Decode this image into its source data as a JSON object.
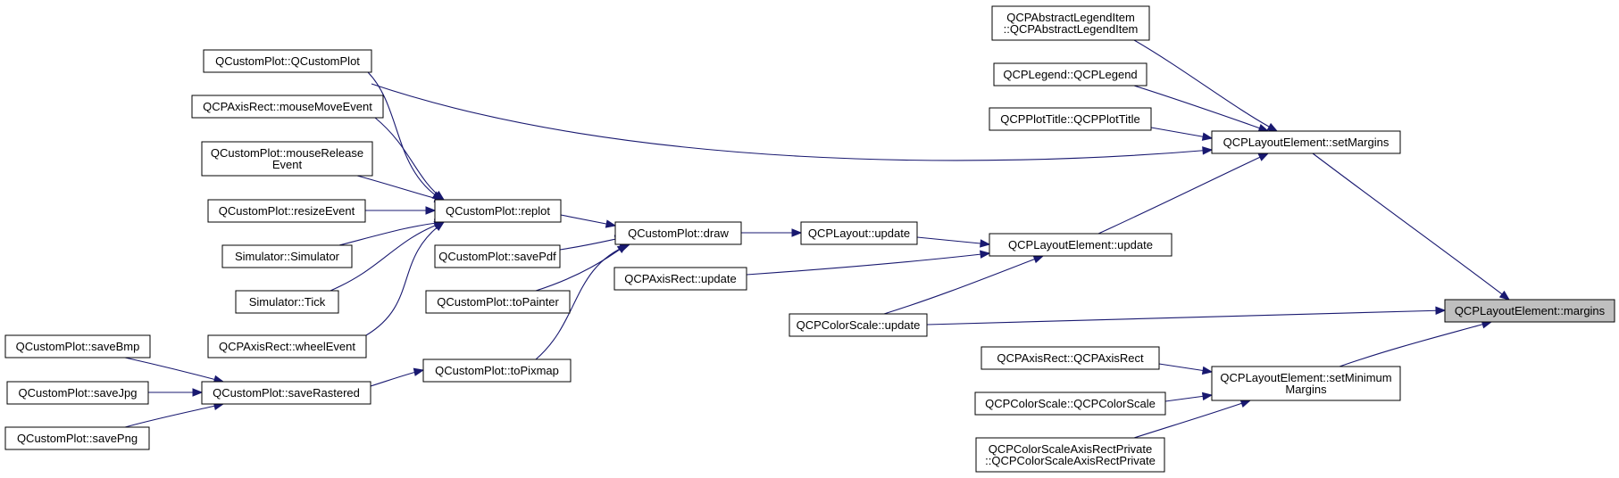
{
  "graph": {
    "title": "",
    "colors": {
      "edge": "#191970",
      "node_border": "#000000",
      "node_fill": "#ffffff",
      "highlight_fill": "#bfbfbf"
    },
    "nodes": [
      {
        "id": "n_qcp_ctor",
        "lines": [
          "QCustomPlot::QCustomPlot"
        ]
      },
      {
        "id": "n_ar_mousemove",
        "lines": [
          "QCPAxisRect::mouseMoveEvent"
        ]
      },
      {
        "id": "n_qcp_mouserel",
        "lines": [
          "QCustomPlot::mouseRelease",
          "Event"
        ]
      },
      {
        "id": "n_qcp_resize",
        "lines": [
          "QCustomPlot::resizeEvent"
        ]
      },
      {
        "id": "n_sim_ctor",
        "lines": [
          "Simulator::Simulator"
        ]
      },
      {
        "id": "n_sim_tick",
        "lines": [
          "Simulator::Tick"
        ]
      },
      {
        "id": "n_ar_wheel",
        "lines": [
          "QCPAxisRect::wheelEvent"
        ]
      },
      {
        "id": "n_qcp_savebmp",
        "lines": [
          "QCustomPlot::saveBmp"
        ]
      },
      {
        "id": "n_qcp_savejpg",
        "lines": [
          "QCustomPlot::saveJpg"
        ]
      },
      {
        "id": "n_qcp_savepng",
        "lines": [
          "QCustomPlot::savePng"
        ]
      },
      {
        "id": "n_qcp_replot",
        "lines": [
          "QCustomPlot::replot"
        ]
      },
      {
        "id": "n_qcp_saveras",
        "lines": [
          "QCustomPlot::saveRastered"
        ]
      },
      {
        "id": "n_qcp_savepdf",
        "lines": [
          "QCustomPlot::savePdf"
        ]
      },
      {
        "id": "n_qcp_topainter",
        "lines": [
          "QCustomPlot::toPainter"
        ]
      },
      {
        "id": "n_qcp_topixmap",
        "lines": [
          "QCustomPlot::toPixmap"
        ]
      },
      {
        "id": "n_qcp_draw",
        "lines": [
          "QCustomPlot::draw"
        ]
      },
      {
        "id": "n_layout_update",
        "lines": [
          "QCPLayout::update"
        ]
      },
      {
        "id": "n_ar_update",
        "lines": [
          "QCPAxisRect::update"
        ]
      },
      {
        "id": "n_cs_update",
        "lines": [
          "QCPColorScale::update"
        ]
      },
      {
        "id": "n_le_update",
        "lines": [
          "QCPLayoutElement::update"
        ]
      },
      {
        "id": "n_ali_ctor",
        "lines": [
          "QCPAbstractLegendItem",
          "::QCPAbstractLegendItem"
        ]
      },
      {
        "id": "n_legend_ctor",
        "lines": [
          "QCPLegend::QCPLegend"
        ]
      },
      {
        "id": "n_title_ctor",
        "lines": [
          "QCPPlotTitle::QCPPlotTitle"
        ]
      },
      {
        "id": "n_ar_ctor",
        "lines": [
          "QCPAxisRect::QCPAxisRect"
        ]
      },
      {
        "id": "n_cs_ctor",
        "lines": [
          "QCPColorScale::QCPColorScale"
        ]
      },
      {
        "id": "n_csarp_ctor",
        "lines": [
          "QCPColorScaleAxisRectPrivate",
          "::QCPColorScaleAxisRectPrivate"
        ]
      },
      {
        "id": "n_le_setmargins",
        "lines": [
          "QCPLayoutElement::setMargins"
        ]
      },
      {
        "id": "n_le_setminmargins",
        "lines": [
          "QCPLayoutElement::setMinimum",
          "Margins"
        ]
      },
      {
        "id": "n_le_margins",
        "lines": [
          "QCPLayoutElement::margins"
        ],
        "highlight": true
      }
    ]
  }
}
